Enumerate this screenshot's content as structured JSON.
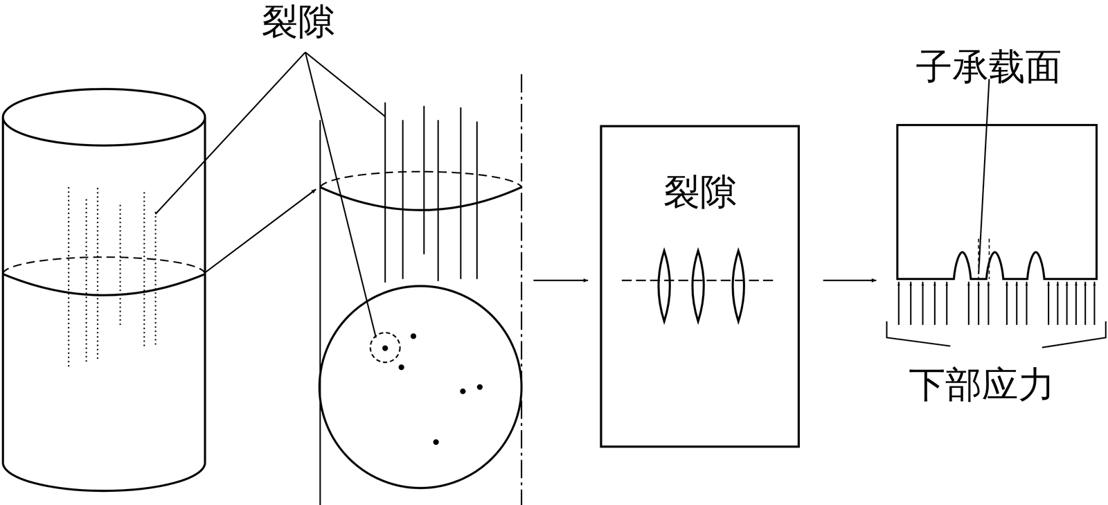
{
  "diagram": {
    "nodes": [
      {
        "text": [
          "裂隙"
        ]
      }
    ],
    "labels": [
      "裂隙",
      "子承载面",
      "下部应力"
    ]
  }
}
